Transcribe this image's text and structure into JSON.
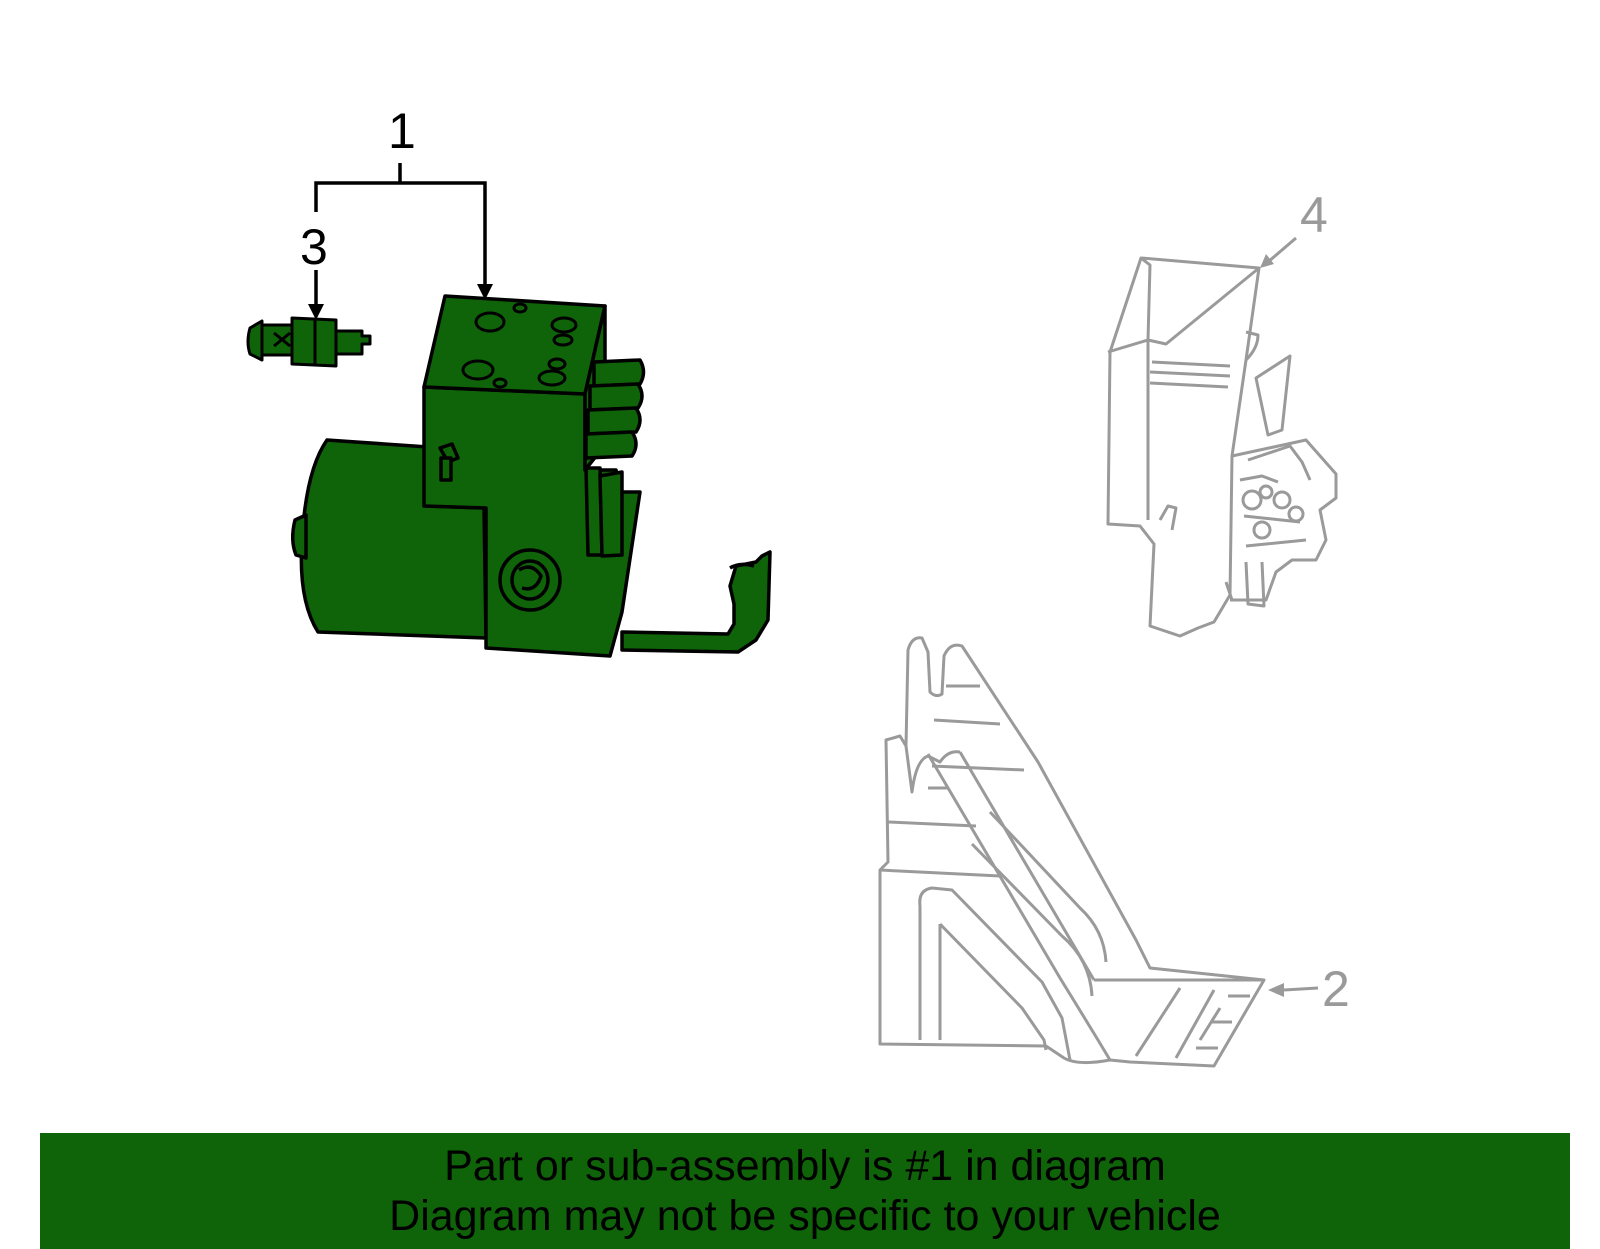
{
  "colors": {
    "part_fill": "#0f6308",
    "highlight_stroke": "#000000",
    "ghost_stroke": "#9a9a9a",
    "banner_bg": "#0f6308",
    "banner_text": "#000000"
  },
  "callouts": {
    "c1": "1",
    "c2": "2",
    "c3": "3",
    "c4": "4"
  },
  "banner": {
    "line1": "Part or sub-assembly is #1 in diagram",
    "line2": "Diagram may not be specific to your vehicle"
  }
}
